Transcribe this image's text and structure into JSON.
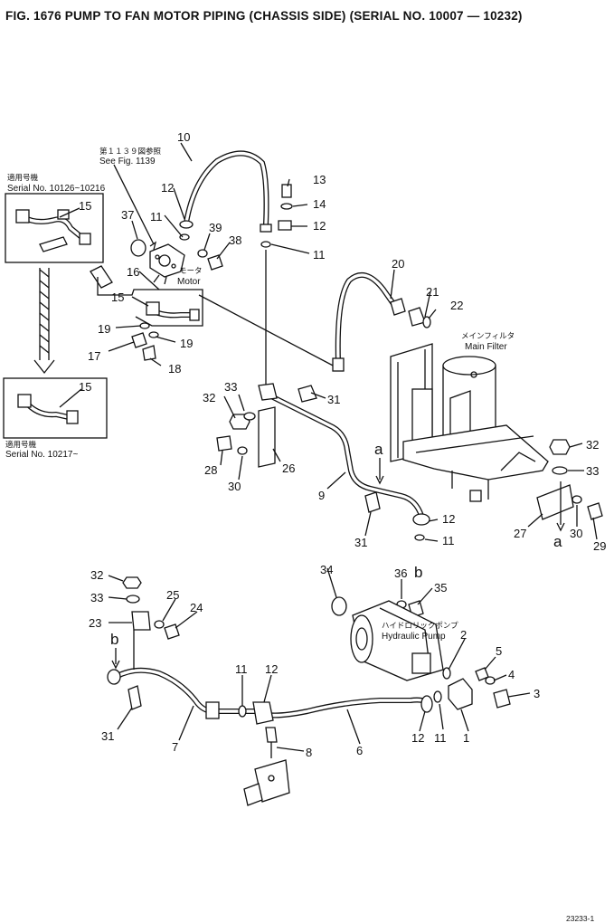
{
  "title": "FIG. 1676  PUMP TO FAN MOTOR PIPING (CHASSIS SIDE) (SERIAL NO. 10007 — 10232)",
  "notes": {
    "see_fig_jp": "第１１３９図参照",
    "see_fig": "See Fig. 1139",
    "applicable_jp_1": "適用号機",
    "serial_1": "Serial No. 10126~10216",
    "applicable_jp_2": "適用号機",
    "serial_2": "Serial No. 10217~",
    "motor_jp": "モータ",
    "motor": "Motor",
    "main_filter_jp": "メインフィルタ",
    "main_filter": "Main Filter",
    "hyd_pump_jp": "ハイドロリックポンプ",
    "hyd_pump": "Hydraulic Pump",
    "corner_code": "23233-1"
  },
  "refs": {
    "a": "a",
    "b": "b"
  },
  "callouts": [
    "1",
    "2",
    "3",
    "4",
    "5",
    "6",
    "7",
    "8",
    "9",
    "10",
    "11",
    "12",
    "13",
    "14",
    "15",
    "16",
    "17",
    "18",
    "19",
    "20",
    "21",
    "22",
    "23",
    "24",
    "25",
    "26",
    "27",
    "28",
    "29",
    "30",
    "31",
    "32",
    "33",
    "34",
    "35",
    "36",
    "37",
    "38",
    "39"
  ]
}
